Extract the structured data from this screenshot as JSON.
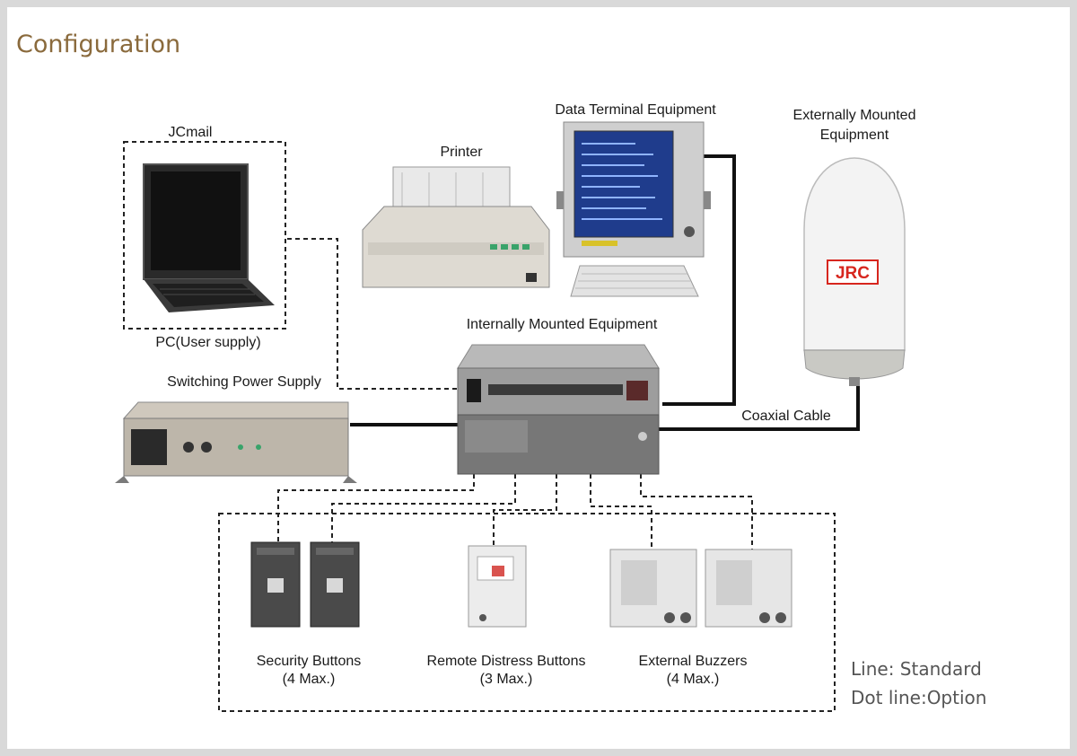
{
  "title": "Configuration",
  "devices": {
    "jcmail": "JCmail",
    "pc": "PC(User supply)",
    "printer": "Printer",
    "dte": "Data Terminal Equipment",
    "ext_line1": "Externally Mounted",
    "ext_line2": "Equipment",
    "internal": "Internally Mounted Equipment",
    "power": "Switching Power Supply",
    "coax": "Coaxial Cable",
    "security_line1": "Security Buttons",
    "security_line2": "(4 Max.)",
    "distress_line1": "Remote Distress Buttons",
    "distress_line2": "(3 Max.)",
    "buzzer_line1": "External Buzzers",
    "buzzer_line2": "(4 Max.)",
    "antenna_brand": "JRC"
  },
  "legend": {
    "line_term": "Line",
    "line_meaning": "Standard",
    "dot_term": "Dot line",
    "dot_meaning": "Option"
  },
  "colors": {
    "title": "#8a6a3c",
    "legend": "#555555",
    "brand_red": "#d7261e"
  }
}
